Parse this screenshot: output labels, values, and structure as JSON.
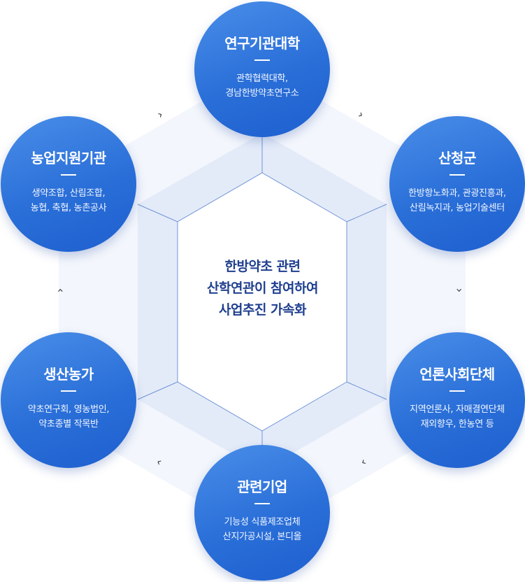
{
  "center": {
    "lines": [
      "한방약초 관련",
      "산학연관이 참여하여",
      "사업추진 가속화"
    ]
  },
  "nodes": [
    {
      "id": "research",
      "title": "연구기관대학",
      "desc": [
        "관학협력대학,",
        "경남한방약초연구소"
      ]
    },
    {
      "id": "county",
      "title": "산청군",
      "desc": [
        "한방항노화과, 관광진흥과,",
        "산림녹지과, 농업기술센터"
      ]
    },
    {
      "id": "media",
      "title": "언론사회단체",
      "desc": [
        "지역언론사, 자매결연단체",
        "재외향우, 한농연 등"
      ]
    },
    {
      "id": "enterprise",
      "title": "관련기업",
      "desc": [
        "기능성 식품제조업체",
        "산지가공시설, 본디올"
      ]
    },
    {
      "id": "farms",
      "title": "생산농가",
      "desc": [
        "약초연구회, 영농법인,",
        "약초종별 작목반"
      ]
    },
    {
      "id": "agri",
      "title": "농업지원기관",
      "desc": [
        "생약조합, 산림조합,",
        "농협, 축협, 농촌공사"
      ]
    }
  ],
  "arrows": [
    {
      "id": "arrow-1",
      "glyph": "›",
      "rotate": -30
    },
    {
      "id": "arrow-2",
      "glyph": "›",
      "rotate": 30
    },
    {
      "id": "arrow-3",
      "glyph": "›",
      "rotate": 90
    },
    {
      "id": "arrow-4",
      "glyph": "›",
      "rotate": 150
    },
    {
      "id": "arrow-5",
      "glyph": "›",
      "rotate": 210
    },
    {
      "id": "arrow-6",
      "glyph": "›",
      "rotate": 270
    }
  ],
  "colors": {
    "node": "#2a6fd8",
    "center_text": "#1f3f8f",
    "hex_outer": "#f3f6fc",
    "hex_mid": "#e4ebf8",
    "hex_line": "#6f95d8"
  }
}
